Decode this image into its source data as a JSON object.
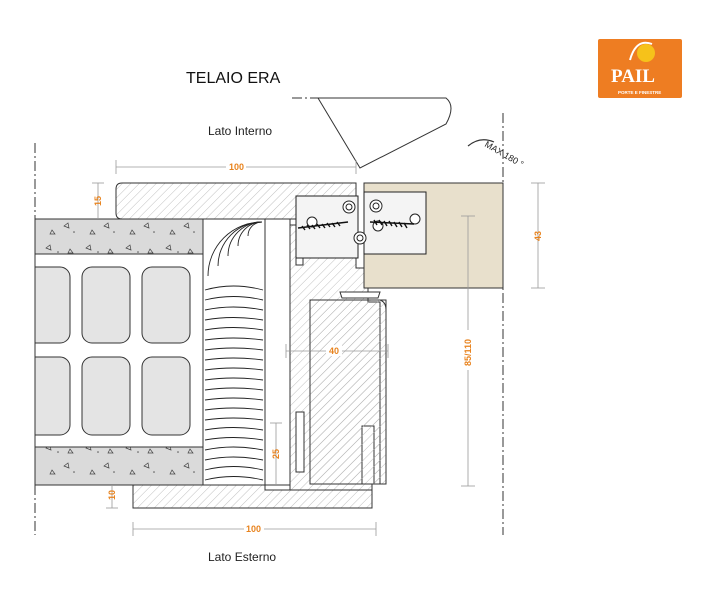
{
  "title": "TELAIO ERA",
  "logo": {
    "brand": "PAIL",
    "tagline": "PORTE E FINESTRE",
    "bg_color": "#ee7d22",
    "sun_color": "#f6c21a"
  },
  "labels": {
    "inner_side": "Lato Interno",
    "outer_side": "Lato Esterno",
    "max_opening": "MAX 180 °"
  },
  "dimensions": {
    "top_width": "100",
    "bottom_width": "100",
    "top_band": "15",
    "bottom_band": "10",
    "frame_depth": "40",
    "door_thickness": "85/110",
    "leaf_height": "43",
    "gap": "25"
  },
  "colors": {
    "dimension": "#e8831e",
    "outline": "#333333",
    "hatch": "#9a9a9a",
    "leaf_fill": "#e8e0cc",
    "brick": "#e4e4e4"
  },
  "icons": [
    "hinge-icon",
    "screw-icon"
  ]
}
